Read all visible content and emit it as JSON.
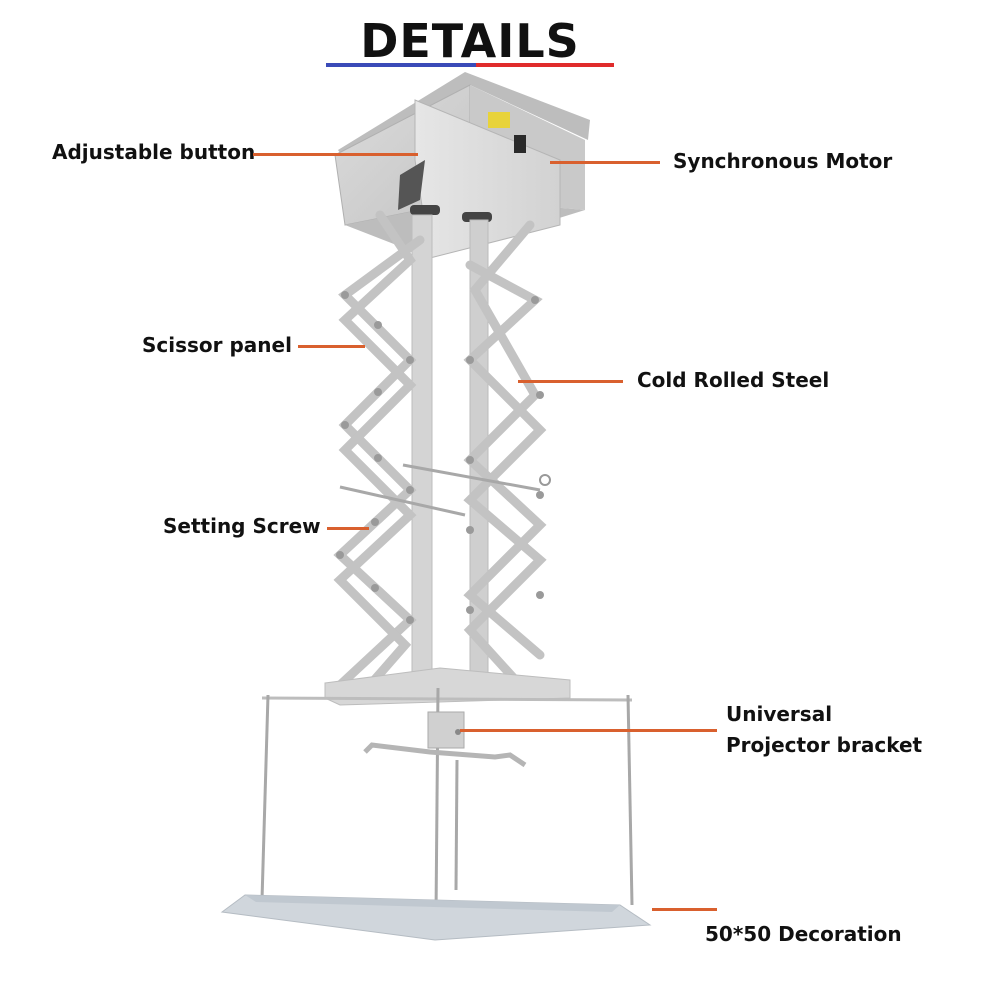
{
  "title": "DETAILS",
  "title_underline": {
    "left_color": "#3a4bb8",
    "right_color": "#e02b2b"
  },
  "leader_color": "#d9602e",
  "callouts": [
    {
      "id": "adjustable-button",
      "label": "Adjustable button"
    },
    {
      "id": "synchronous-motor",
      "label": "Synchronous Motor"
    },
    {
      "id": "scissor-panel",
      "label": "Scissor panel"
    },
    {
      "id": "cold-rolled-steel",
      "label": "Cold Rolled Steel"
    },
    {
      "id": "setting-screw",
      "label": "Setting Screw"
    },
    {
      "id": "universal-projector-bracket",
      "label_line1": "Universal",
      "label_line2": "Projector bracket"
    },
    {
      "id": "decoration",
      "label": "50*50 Decoration"
    }
  ]
}
